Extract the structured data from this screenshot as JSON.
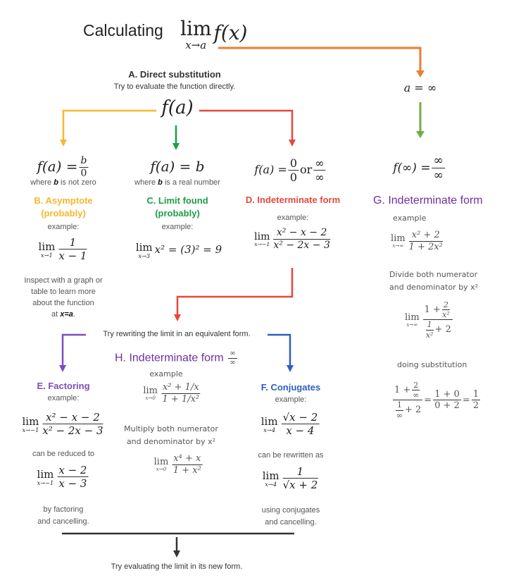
{
  "title": {
    "prefix": "Calculating",
    "lim": "lim",
    "sub": "x→a",
    "fx": "f(x)"
  },
  "colors": {
    "orange": "#ed7d31",
    "yellow": "#f5b82e",
    "green": "#1f9d47",
    "red": "#e8473a",
    "purple": "#7b4fb8",
    "blue": "#2f5fbf",
    "darkpurple": "#7030a0"
  },
  "a_inf": "a = ∞",
  "f_inf": {
    "lhs": "f(∞) =",
    "num": "∞",
    "den": "∞"
  },
  "direct": {
    "title": "A. Direct substitution",
    "subtitle": "Try to evaluate the function directly.",
    "fa": "f(a)"
  },
  "b": {
    "lhs": "f(a) =",
    "num": "b",
    "den": "0",
    "where1": "where ",
    "where_b": "b",
    "where2": " is not zero",
    "title1": "B. Asymptote",
    "title2": "(probably)",
    "example": "example:",
    "lim": "lim",
    "sub": "x→1",
    "num2": "1",
    "den2": "x − 1",
    "inspect": [
      "Inspect with a graph or",
      "table to learn more",
      "about the function"
    ],
    "at": "at ",
    "at_x": "x=a",
    "at_end": "."
  },
  "c": {
    "formula": "f(a) = b",
    "where1": "where ",
    "where_b": "b",
    "where2": " is a real number",
    "title1": "C. Limit found",
    "title2": "(probably)",
    "example": "example:",
    "lim": "lim",
    "sub": "x→3",
    "expr": "x² = (3)² = 9"
  },
  "d": {
    "lhs": "f(a) =",
    "n1": "0",
    "d1": "0",
    "or": "or",
    "n2": "∞",
    "d2": "∞",
    "title": "D. Indeterminate form",
    "example": "example:",
    "lim": "lim",
    "sub": "x→−1",
    "num": "x² − x − 2",
    "den": "x² − 2x − 3"
  },
  "rewrite": "Try rewriting the limit in an equivalent form.",
  "h": {
    "title": "H. Indeterminate form",
    "num": "∞",
    "den": "∞",
    "example": "example",
    "lim": "lim",
    "sub": "x→0",
    "f1n": "x² + 1/x",
    "f1d": "1 + 1/x²",
    "mult": [
      "Multiply both numerator",
      "and denominator by x²"
    ],
    "f2n": "x⁴ + x",
    "f2d": "1 + x²"
  },
  "e": {
    "title": "E. Factoring",
    "example": "example:",
    "lim": "lim",
    "sub": "x→−1",
    "f1n": "x² − x − 2",
    "f1d": "x² − 2x − 3",
    "reduced": "can be reduced to",
    "f2n": "x − 2",
    "f2d": "x − 3",
    "by": [
      "by factoring",
      "and cancelling."
    ]
  },
  "f": {
    "title": "F. Conjugates",
    "example": "example:",
    "lim": "lim",
    "sub": "x→4",
    "f1n": "√x − 2",
    "f1d": "x − 4",
    "rewritten": "can be rewritten as",
    "f2n": "1",
    "f2d": "√x + 2",
    "using": [
      "using conjugates",
      "and cancelling."
    ]
  },
  "gcol": {
    "title": "G. Indeterminate form",
    "example": "example",
    "lim": "lim",
    "sub": "x→∞",
    "f1n": "x² + 2",
    "f1d": "1 + 2x²",
    "divide": [
      "Divide both numerator",
      "and denominator by x²"
    ],
    "f2n_a": "1 +",
    "f2n_n": "2",
    "f2n_d": "x²",
    "f2d_n": "1",
    "f2d_d": "x²",
    "f2d_b": "+ 2",
    "doing": "doing substitution",
    "s_a": "1 +",
    "s_n": "2",
    "s_d": "∞",
    "s_dn": "1",
    "s_dd": "∞",
    "s_db": "+ 2",
    "eq": "=",
    "r_n": "1 + 0",
    "r_d": "0 + 2",
    "h_n": "1",
    "h_d": "2"
  },
  "final": "Try evaluating the limit in its new form."
}
